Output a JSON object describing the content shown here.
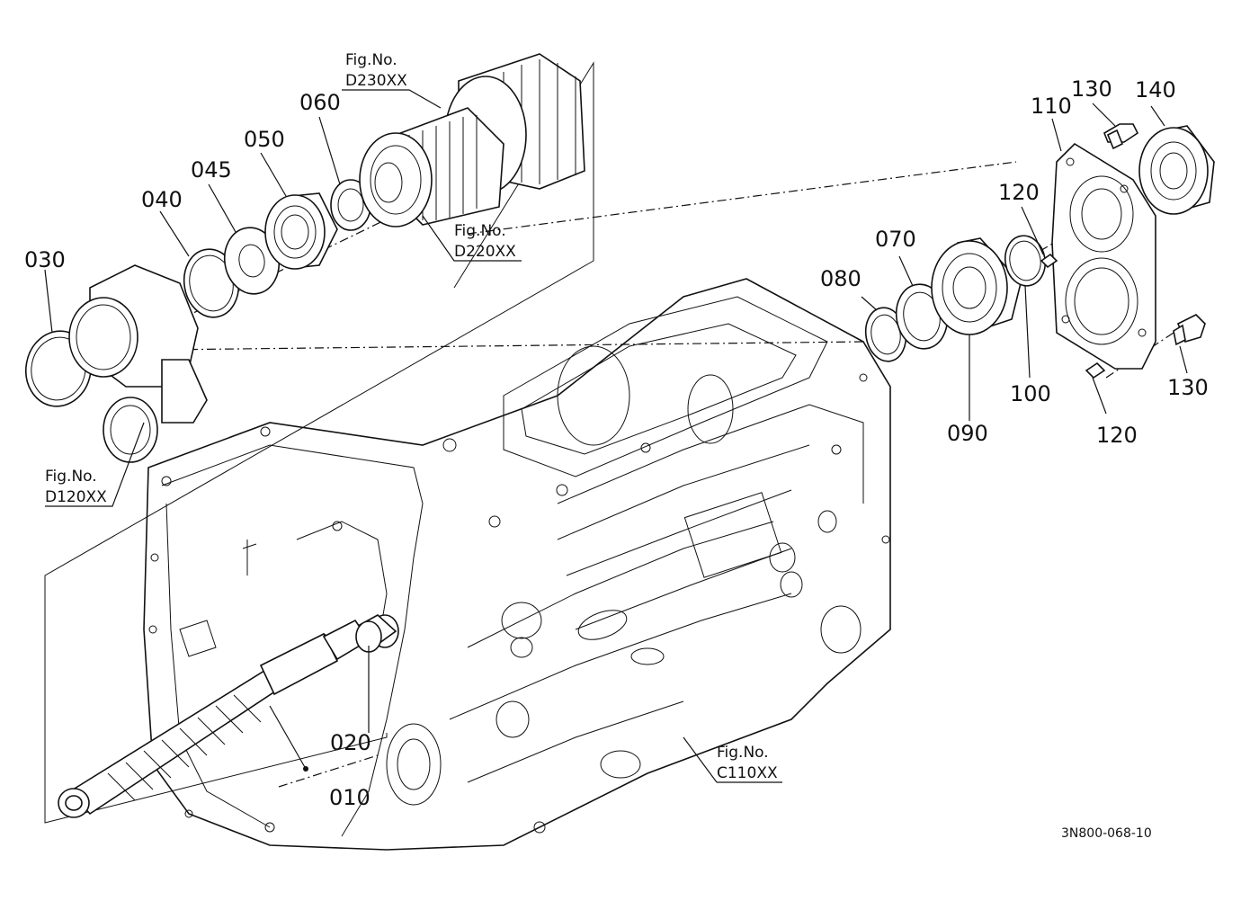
{
  "callouts": {
    "c010": "010",
    "c020": "020",
    "c030": "030",
    "c040": "040",
    "c045": "045",
    "c050": "050",
    "c060": "060",
    "c070": "070",
    "c080": "080",
    "c090": "090",
    "c100": "100",
    "c110": "110",
    "c120a": "120",
    "c120b": "120",
    "c130a": "130",
    "c130b": "130",
    "c140": "140"
  },
  "figure_refs": {
    "d230": {
      "prefix": "Fig.No.",
      "code": "D230XX"
    },
    "d220": {
      "prefix": "Fig.No.",
      "code": "D220XX"
    },
    "d120": {
      "prefix": "Fig.No.",
      "code": "D120XX"
    },
    "c110": {
      "prefix": "Fig.No.",
      "code": "C110XX"
    }
  },
  "document_id": "3N800-068-10"
}
